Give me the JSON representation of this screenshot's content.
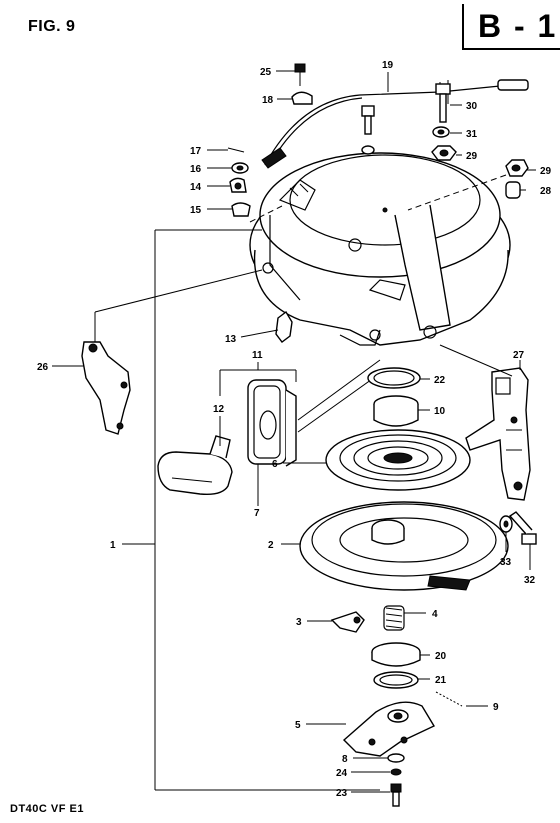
{
  "figure_label": "FIG. 9",
  "page_reference": "B - 1",
  "model_code": "DT40C VF E1",
  "callouts": {
    "c1": "1",
    "c2": "2",
    "c3": "3",
    "c4": "4",
    "c5": "5",
    "c6": "6",
    "c7": "7",
    "c8": "8",
    "c9": "9",
    "c10": "10",
    "c11": "11",
    "c12": "12",
    "c13": "13",
    "c14": "14",
    "c15": "15",
    "c16": "16",
    "c17": "17",
    "c18": "18",
    "c19": "19",
    "c20": "20",
    "c21": "21",
    "c22": "22",
    "c23": "23",
    "c24": "24",
    "c25": "25",
    "c26": "26",
    "c27": "27",
    "c28": "28",
    "c29a": "29",
    "c29b": "29",
    "c30": "30",
    "c31": "31",
    "c32": "32",
    "c33": "33"
  }
}
